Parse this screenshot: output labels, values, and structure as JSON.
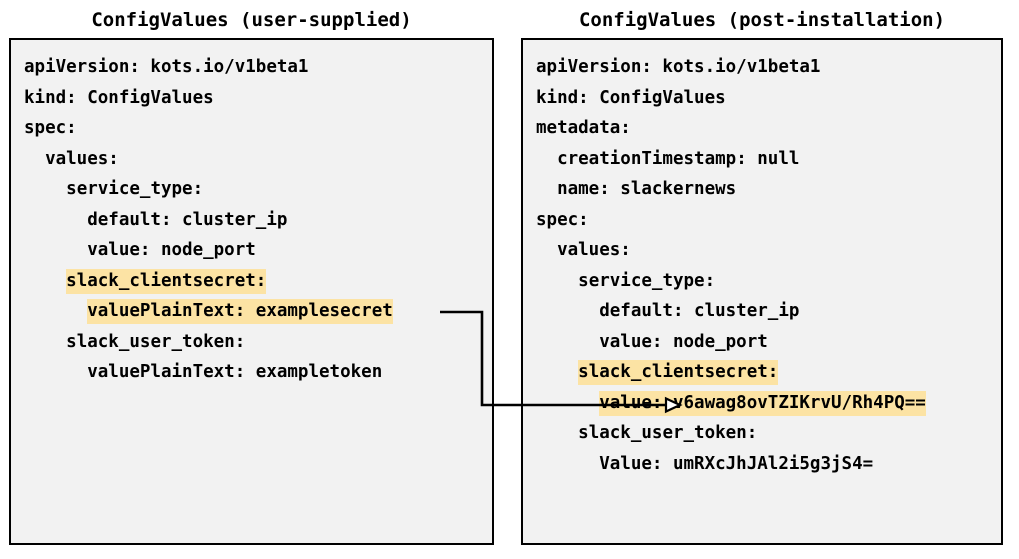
{
  "diagram": {
    "type": "flow-annotation",
    "description": "Two YAML ConfigValues documents side by side with an arrow mapping the user-supplied plaintext secret to the post-installation encrypted value",
    "background_color": "#ffffff",
    "panel_background_color": "#f2f2f2",
    "panel_border_color": "#000000",
    "highlight_color": "#fce3a4",
    "text_color": "#000000"
  },
  "panels": [
    {
      "id": "user-supplied",
      "title": "ConfigValues (user-supplied)",
      "lines": [
        {
          "indent": 0,
          "text": "apiVersion: kots.io/v1beta1",
          "highlight": false
        },
        {
          "indent": 0,
          "text": "kind: ConfigValues",
          "highlight": false
        },
        {
          "indent": 0,
          "text": "spec:",
          "highlight": false
        },
        {
          "indent": 1,
          "text": "values:",
          "highlight": false
        },
        {
          "indent": 2,
          "text": "service_type:",
          "highlight": false
        },
        {
          "indent": 3,
          "text": "default: cluster_ip",
          "highlight": false
        },
        {
          "indent": 3,
          "text": "value: node_port",
          "highlight": false
        },
        {
          "indent": 2,
          "text": "slack_clientsecret:",
          "highlight": true
        },
        {
          "indent": 3,
          "text": "valuePlainText: examplesecret",
          "highlight": true
        },
        {
          "indent": 2,
          "text": "slack_user_token:",
          "highlight": false
        },
        {
          "indent": 3,
          "text": "valuePlainText: exampletoken",
          "highlight": false
        }
      ]
    },
    {
      "id": "post-installation",
      "title": "ConfigValues (post-installation)",
      "lines": [
        {
          "indent": 0,
          "text": "apiVersion: kots.io/v1beta1",
          "highlight": false
        },
        {
          "indent": 0,
          "text": "kind: ConfigValues",
          "highlight": false
        },
        {
          "indent": 0,
          "text": "metadata:",
          "highlight": false
        },
        {
          "indent": 1,
          "text": "creationTimestamp: null",
          "highlight": false
        },
        {
          "indent": 1,
          "text": "name: slackernews",
          "highlight": false
        },
        {
          "indent": 0,
          "text": "spec:",
          "highlight": false
        },
        {
          "indent": 1,
          "text": "values:",
          "highlight": false
        },
        {
          "indent": 2,
          "text": "service_type:",
          "highlight": false
        },
        {
          "indent": 3,
          "text": "default: cluster_ip",
          "highlight": false
        },
        {
          "indent": 3,
          "text": "value: node_port",
          "highlight": false
        },
        {
          "indent": 2,
          "text": "slack_clientsecret:",
          "highlight": true
        },
        {
          "indent": 3,
          "text": "value: v6awag8ovTZIKrvU/Rh4PQ==",
          "highlight": true
        },
        {
          "indent": 2,
          "text": "slack_user_token:",
          "highlight": false
        },
        {
          "indent": 3,
          "text": "Value: umRXcJhJAl2i5g3jS4=",
          "highlight": false
        }
      ]
    }
  ],
  "connector": {
    "name": "secret-mapping-arrow",
    "from": "valuePlainText: examplesecret",
    "to": "value: v6awag8ovTZIKrvU/Rh4PQ==",
    "color": "#000000",
    "arrowhead": "open-triangle"
  }
}
